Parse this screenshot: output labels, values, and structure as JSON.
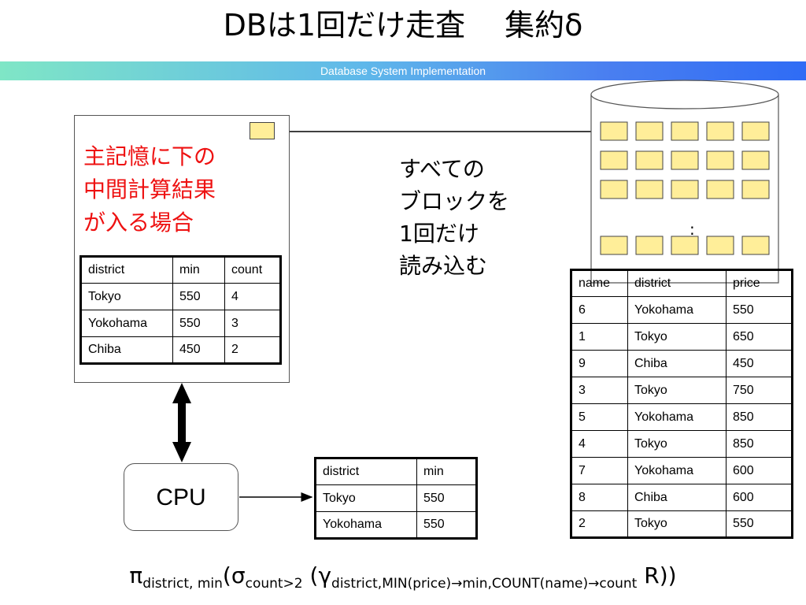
{
  "slide": {
    "title": "DBは1回だけ走査　 集約δ",
    "banner": "Database System Implementation"
  },
  "memory": {
    "label_lines": [
      "主記憶に下の",
      "中間計算結果",
      "が入る場合"
    ],
    "table": {
      "headers": [
        "district",
        "min",
        "count"
      ],
      "rows": [
        [
          "Tokyo",
          "550",
          "4"
        ],
        [
          "Yokohama",
          "550",
          "3"
        ],
        [
          "Chiba",
          "450",
          "2"
        ]
      ]
    }
  },
  "read_note": {
    "lines": [
      "すべての",
      "ブロックを",
      "1回だけ",
      "読み込む"
    ]
  },
  "database": {
    "ellipsis": ":",
    "block_color": "#ffee99",
    "block_rows_visible": 4,
    "blocks_per_row": 5
  },
  "relation": {
    "headers": [
      "name",
      "district",
      "price"
    ],
    "rows": [
      [
        "6",
        "Yokohama",
        "550"
      ],
      [
        "1",
        "Tokyo",
        "650"
      ],
      [
        "9",
        "Chiba",
        "450"
      ],
      [
        "3",
        "Tokyo",
        "750"
      ],
      [
        "5",
        "Yokohama",
        "850"
      ],
      [
        "4",
        "Tokyo",
        "850"
      ],
      [
        "7",
        "Yokohama",
        "600"
      ],
      [
        "8",
        "Chiba",
        "600"
      ],
      [
        "2",
        "Tokyo",
        "550"
      ]
    ]
  },
  "cpu": {
    "label": "CPU"
  },
  "result": {
    "headers": [
      "district",
      "min"
    ],
    "rows": [
      [
        "Tokyo",
        "550"
      ],
      [
        "Yokohama",
        "550"
      ]
    ]
  },
  "formula": {
    "pi": "π",
    "pi_sub": "district, min",
    "sigma": "(σ",
    "sigma_sub": "count>2",
    "gamma": " (γ",
    "gamma_sub": "district,MIN(price)→min,COUNT(name)→count",
    "tail": " R))"
  },
  "colors": {
    "highlight_text": "#ee1111",
    "banner_start": "#7fe6c6",
    "banner_end": "#2f6cf5"
  }
}
